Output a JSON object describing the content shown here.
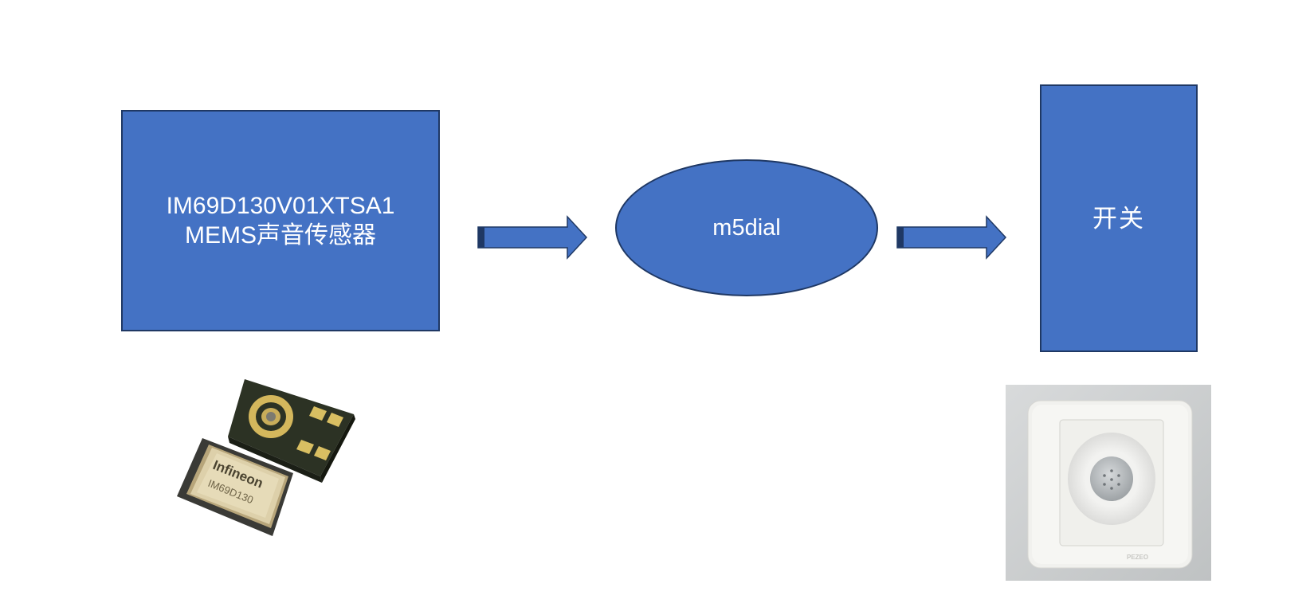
{
  "diagram": {
    "nodes": [
      {
        "id": "sensor",
        "shape": "rectangle",
        "lines": [
          "IM69D130V01XTSA1",
          "MEMS声音传感器"
        ]
      },
      {
        "id": "controller",
        "shape": "ellipse",
        "lines": [
          "m5dial"
        ]
      },
      {
        "id": "switch",
        "shape": "rectangle",
        "lines": [
          "开关"
        ]
      }
    ],
    "edges": [
      {
        "from": "sensor",
        "to": "controller"
      },
      {
        "from": "controller",
        "to": "switch"
      }
    ],
    "photos": {
      "sensor_chip": {
        "brand_mark": "Infineon",
        "part_mark": "IM69D130"
      },
      "wall_switch": {
        "brand_mark": "PEZEO"
      }
    }
  },
  "colors": {
    "node_fill": "#4472c4",
    "node_border": "#1f3864",
    "node_text": "#ffffff",
    "background": "#ffffff"
  },
  "icons": [
    "right-arrow-icon",
    "mems-microphone-photo",
    "sound-switch-photo"
  ]
}
